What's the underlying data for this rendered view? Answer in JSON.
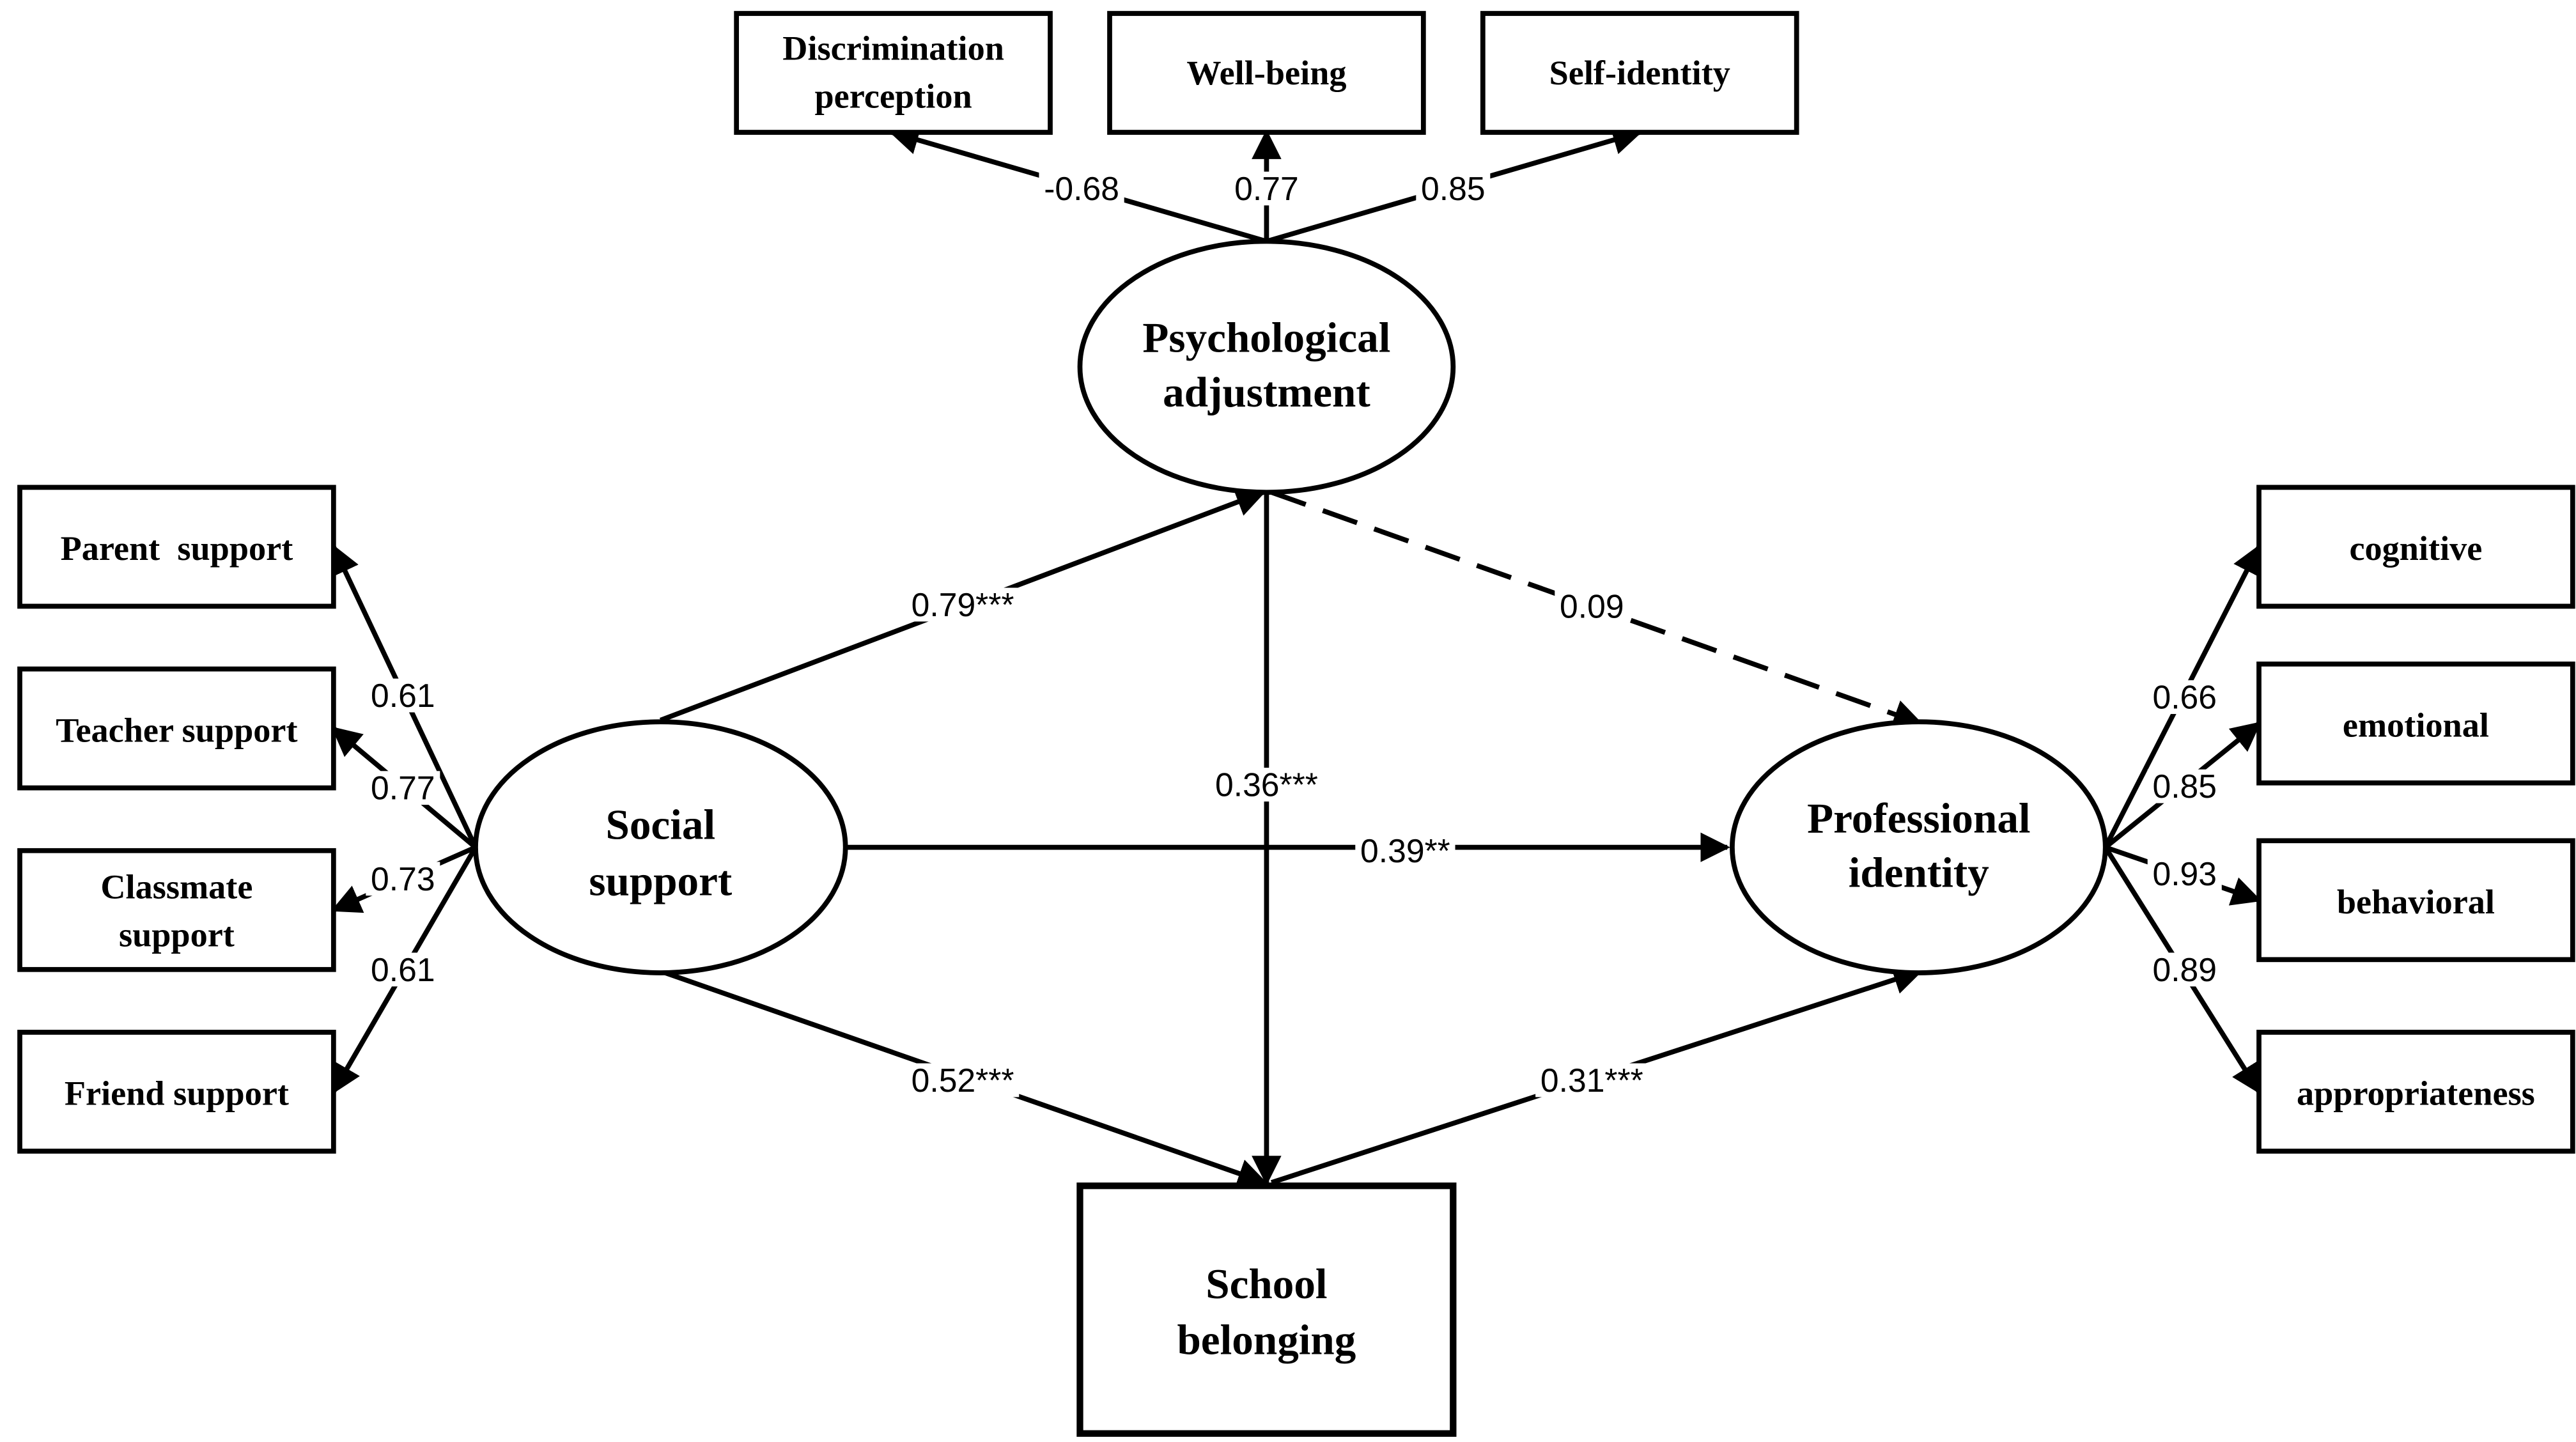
{
  "nodes": {
    "discrimination": {
      "line1": "Discrimination",
      "line2": "perception"
    },
    "wellbeing": {
      "label": "Well-being"
    },
    "selfidentity": {
      "label": "Self-identity"
    },
    "psych": {
      "line1": "Psychological",
      "line2": "adjustment"
    },
    "parent": {
      "label": "Parent  support"
    },
    "teacher": {
      "label": "Teacher support"
    },
    "classmate": {
      "line1": "Classmate",
      "line2": "support"
    },
    "friend": {
      "label": "Friend support"
    },
    "social": {
      "line1": "Social",
      "line2": "support"
    },
    "professional": {
      "line1": "Professional",
      "line2": "identity"
    },
    "cognitive": {
      "label": "cognitive"
    },
    "emotional": {
      "label": "emotional"
    },
    "behavioral": {
      "label": "behavioral"
    },
    "appropriateness": {
      "label": "appropriateness"
    },
    "school": {
      "line1": "School",
      "line2": "belonging"
    }
  },
  "coefficients": {
    "psych_discrimination": "-0.68",
    "psych_wellbeing": "0.77",
    "psych_selfidentity": "0.85",
    "social_psych": "0.79***",
    "psych_professional": "0.09",
    "psych_school": "0.36***",
    "social_professional": "0.39**",
    "social_school": "0.52***",
    "school_professional": "0.31***",
    "social_parent": "0.61",
    "social_teacher": "0.77",
    "social_classmate": "0.73",
    "social_friend": "0.61",
    "prof_cognitive": "0.66",
    "prof_emotional": "0.85",
    "prof_behavioral": "0.93",
    "prof_appropriateness": "0.89"
  }
}
